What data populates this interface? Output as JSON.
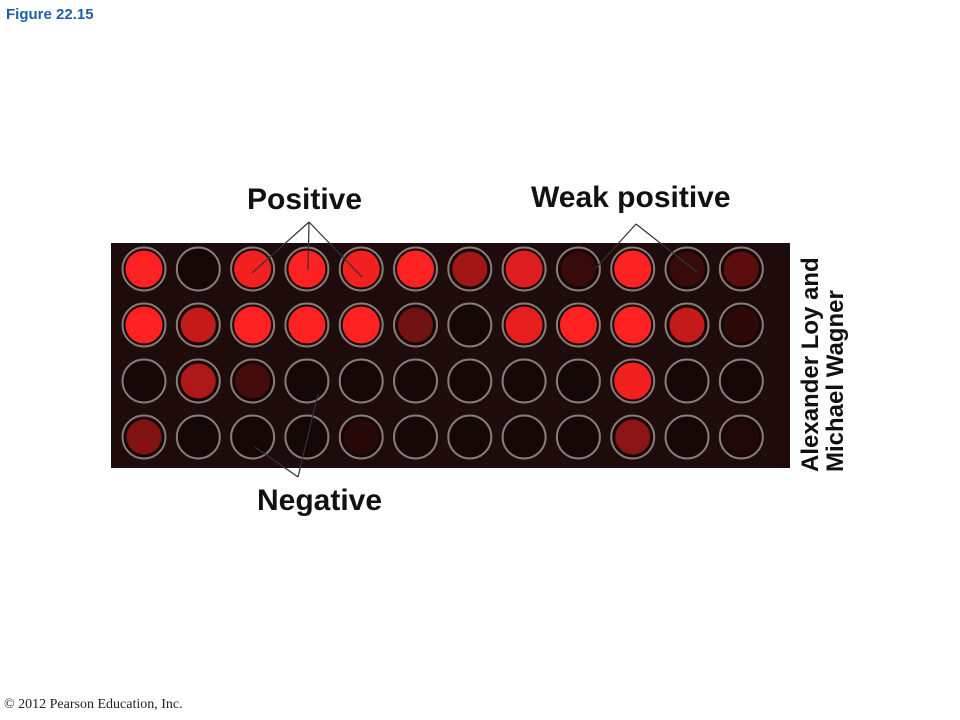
{
  "figure_title": "Figure 22.15",
  "labels": {
    "positive": "Positive",
    "weak_positive": "Weak positive",
    "negative": "Negative"
  },
  "credit": {
    "line1": "Alexander Loy and",
    "line2": "Michael Wagner"
  },
  "copyright": "© 2012 Pearson Education, Inc.",
  "colors": {
    "plate_background": "#1e0b0b",
    "well_rim": "#8a7b7b",
    "signal": "#ff2222",
    "title_blue": "#1f5fa6"
  },
  "wells": {
    "rows": 4,
    "cols": 12,
    "signal_intensity": [
      [
        1.0,
        0.0,
        0.95,
        1.0,
        0.95,
        1.0,
        0.6,
        0.85,
        0.15,
        1.0,
        0.15,
        0.3
      ],
      [
        1.0,
        0.75,
        1.0,
        1.0,
        1.0,
        0.4,
        0.0,
        0.9,
        1.0,
        1.0,
        0.75,
        0.1
      ],
      [
        0.0,
        0.65,
        0.2,
        0.0,
        0.0,
        0.0,
        0.0,
        0.0,
        0.0,
        0.95,
        0.0,
        0.0
      ],
      [
        0.45,
        0.0,
        0.0,
        0.0,
        0.08,
        0.0,
        0.0,
        0.0,
        0.0,
        0.5,
        0.0,
        0.05
      ]
    ]
  }
}
